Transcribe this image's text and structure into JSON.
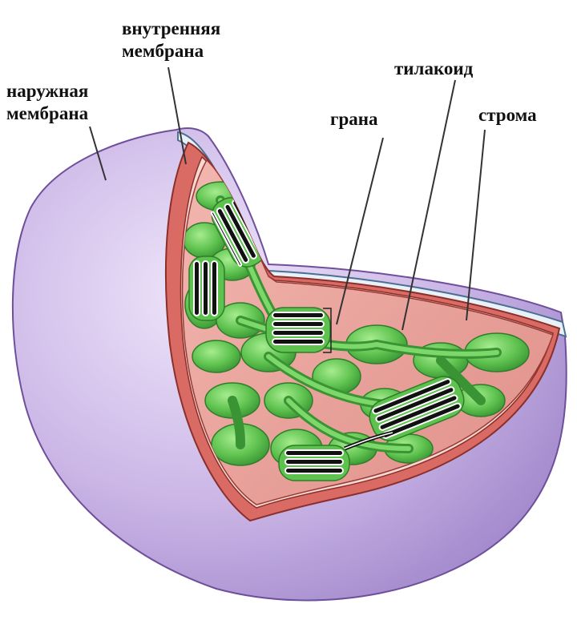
{
  "labels": {
    "outer_membrane": [
      "наружная",
      "мембрана"
    ],
    "inner_membrane": [
      "внутренняя",
      "мембрана"
    ],
    "thylakoid": "тилакоид",
    "grana": "грана",
    "stroma": "строма"
  },
  "colors": {
    "outer_membrane": "#c9b4e4",
    "outer_shadow": "#a98fd0",
    "membrane_edge": "#7d5aa8",
    "inner_membrane": "#d96a64",
    "stroma": "#e9a7a0",
    "thylakoid_green": "#5ec24f",
    "thylakoid_dark": "#2f7d2a",
    "lumen": "#111111"
  }
}
